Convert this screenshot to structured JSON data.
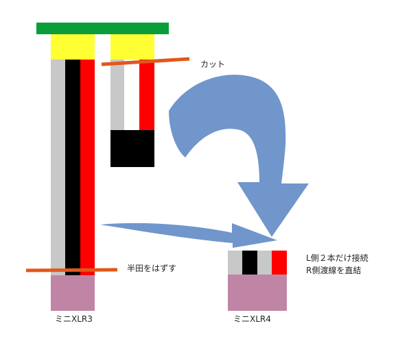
{
  "labels": {
    "cut": "カット",
    "desolder": "半田をはずす",
    "mini_xlr3": "ミニXLR3",
    "mini_xlr4": "ミニXLR4",
    "note_line1": "L側２本だけ接続",
    "note_line2": "R側渡線を直結"
  },
  "colors": {
    "green_bar": "#0a9e3a",
    "yellow": "#ffff33",
    "wire_gray": "#c8c8c8",
    "wire_black": "#000000",
    "wire_red": "#ff0000",
    "cut_line": "#e2571a",
    "plug_body": "#c085a4",
    "arrow": "#7096cc"
  }
}
